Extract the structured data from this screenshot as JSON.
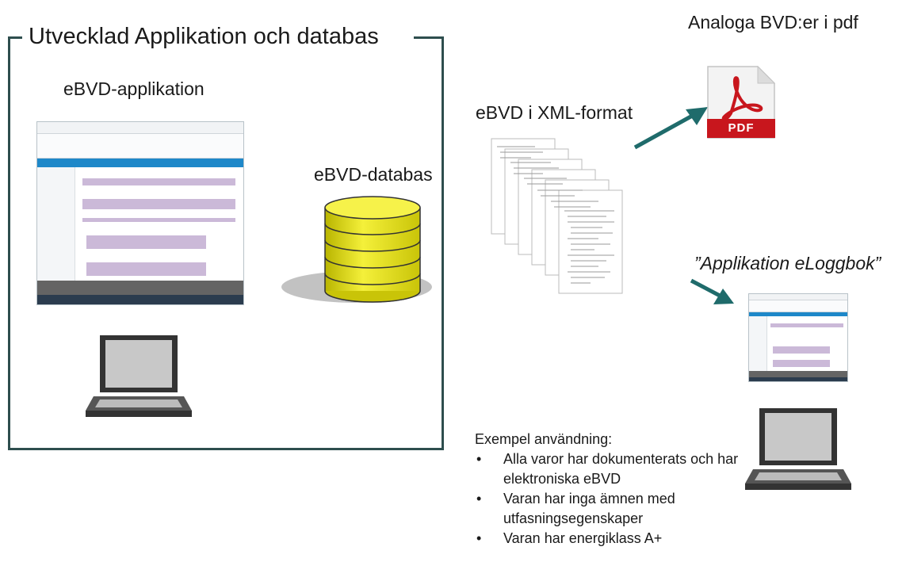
{
  "frame": {
    "title": "Utvecklad Applikation och databas"
  },
  "left": {
    "app_label": "eBVD-applikation",
    "db_label": "eBVD-databas"
  },
  "middle": {
    "xml_label": "eBVD i XML-format"
  },
  "right": {
    "pdf_label": "Analoga BVD:er i pdf",
    "pdf_badge": "PDF",
    "eloggbok_label": "”Applikation eLoggbok”"
  },
  "example": {
    "heading": "Exempel användning:",
    "items": [
      "Alla varor har dokumenterats och har elektroniska eBVD",
      "Varan har inga ämnen med utfasningsegenskaper",
      "Varan har energiklass A+"
    ]
  },
  "colors": {
    "frame": "#2e4e4e",
    "arrow": "#1f6b6b",
    "database": "#e8e41a",
    "pdf_red": "#c8161d",
    "app_blue": "#1e88c9"
  },
  "icons": [
    "laptop-icon",
    "database-icon",
    "pdf-file-icon",
    "xml-document-stack-icon",
    "arrow-icon"
  ]
}
